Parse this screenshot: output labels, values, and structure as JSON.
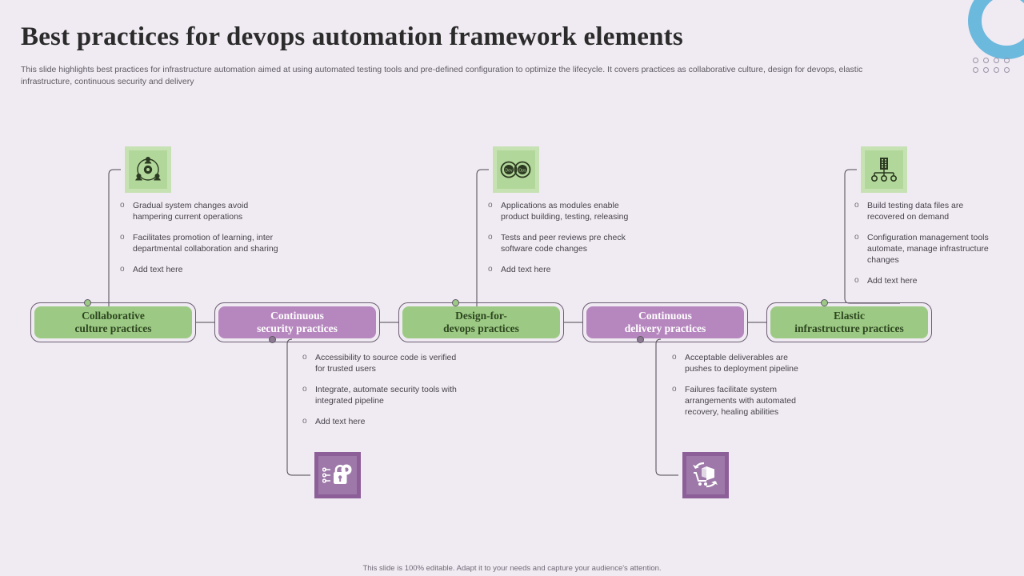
{
  "header": {
    "title": "Best practices for devops automation framework elements",
    "subtitle": "This slide highlights best practices for infrastructure automation aimed at using automated testing tools and pre-defined configuration to optimize the lifecycle. It covers practices as collaborative culture, design for devops, elastic infrastructure, continuous security and delivery"
  },
  "footer": {
    "note": "This slide is 100% editable. Adapt it to your needs and capture your audience's attention."
  },
  "colors": {
    "background": "#f0eaf2",
    "green_fill": "#9cca84",
    "purple_fill": "#b687bf",
    "green_tile": "#b2d79a",
    "purple_tile": "#9d78a8",
    "accent_ring": "#6cb9de",
    "outline": "#6b5f72"
  },
  "process_boxes": [
    {
      "line1": "Collaborative",
      "line2": "culture practices",
      "color": "green"
    },
    {
      "line1": "Continuous",
      "line2": "security practices",
      "color": "purple"
    },
    {
      "line1": "Design-for-",
      "line2": "devops practices",
      "color": "green"
    },
    {
      "line1": "Continuous",
      "line2": "delivery practices",
      "color": "purple"
    },
    {
      "line1": "Elastic",
      "line2": "infrastructure practices",
      "color": "green"
    }
  ],
  "groups": [
    {
      "position": "top",
      "icon": "collaboration-network-icon",
      "bullets": [
        "Gradual system changes avoid hampering current operations",
        "Facilitates promotion of learning, inter departmental collaboration and sharing",
        "Add text here"
      ]
    },
    {
      "position": "bottom",
      "icon": "security-lock-gear-icon",
      "bullets": [
        "Accessibility to source code is verified for trusted users",
        "Integrate, automate security tools with integrated pipeline",
        "Add text here"
      ]
    },
    {
      "position": "top",
      "icon": "dev-ops-circles-icon",
      "bullets": [
        "Applications as modules enable product building, testing, releasing",
        "Tests and peer reviews pre check software code changes",
        "Add text here"
      ]
    },
    {
      "position": "bottom",
      "icon": "delivery-package-cart-icon",
      "bullets": [
        "Acceptable deliverables are pushes to deployment pipeline",
        "Failures facilitate system arrangements with automated recovery, healing abilities"
      ]
    },
    {
      "position": "top",
      "icon": "server-infrastructure-icon",
      "bullets": [
        "Build testing data files are recovered on demand",
        "Configuration management tools automate, manage infrastructure changes",
        "Add text here"
      ]
    }
  ],
  "bullet_marker": "o"
}
